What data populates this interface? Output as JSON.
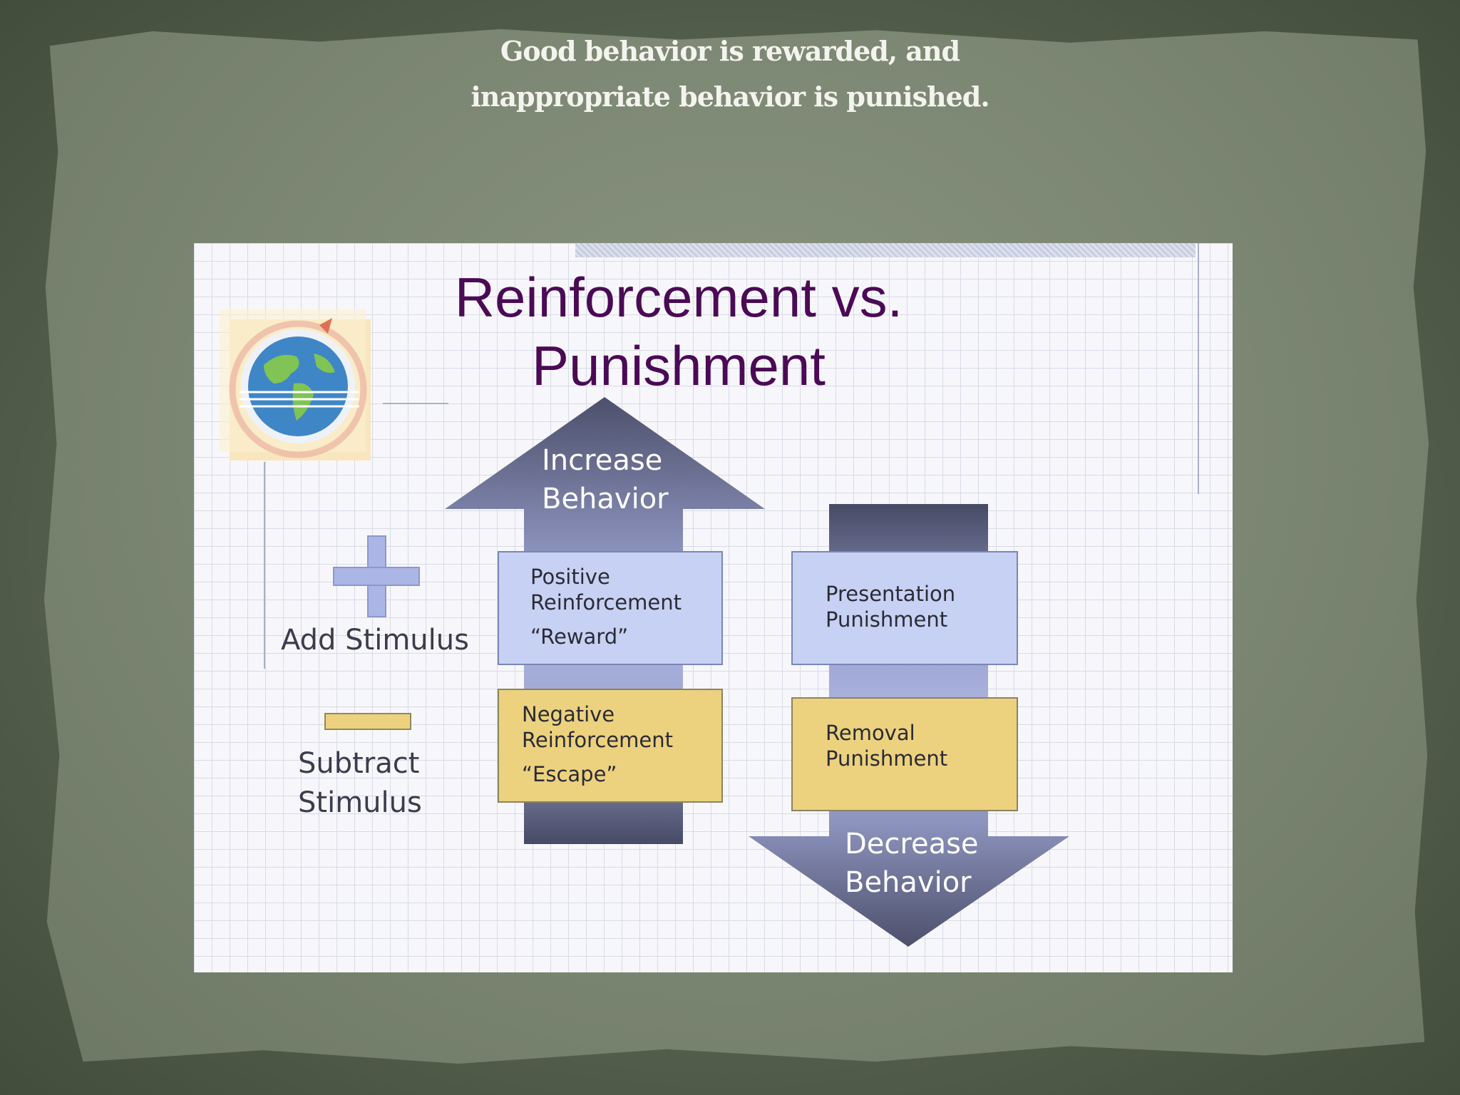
{
  "page": {
    "title_line1": "Good behavior  is rewarded, and",
    "title_line2": "inappropriate behavior is punished."
  },
  "slide": {
    "title_line1": "Reinforcement vs.",
    "title_line2": "Punishment",
    "clipart": "globe-clipart-icon"
  },
  "increase_arrow": {
    "line1": "Increase",
    "line2": "Behavior"
  },
  "decrease_arrow": {
    "line1": "Decrease",
    "line2": "Behavior"
  },
  "boxes": {
    "positive_reinforcement": {
      "line1": "Positive",
      "line2": "Reinforcement",
      "quote": "“Reward”"
    },
    "negative_reinforcement": {
      "line1": "Negative",
      "line2": "Reinforcement",
      "quote": "“Escape”"
    },
    "presentation_punishment": {
      "line1": "Presentation",
      "line2": "Punishment"
    },
    "removal_punishment": {
      "line1": "Removal",
      "line2": "Punishment"
    }
  },
  "legend": {
    "add": {
      "icon": "plus-icon",
      "label": "Add Stimulus"
    },
    "subtract": {
      "icon": "minus-icon",
      "line1": "Subtract",
      "line2": "Stimulus"
    }
  },
  "colors": {
    "title_purple": "#4b0a55",
    "box_blue": "#c7d1f3",
    "box_yellow": "#ecd27e",
    "arrow_dark": "#4c4e68",
    "arrow_light": "#aeb6e2"
  }
}
